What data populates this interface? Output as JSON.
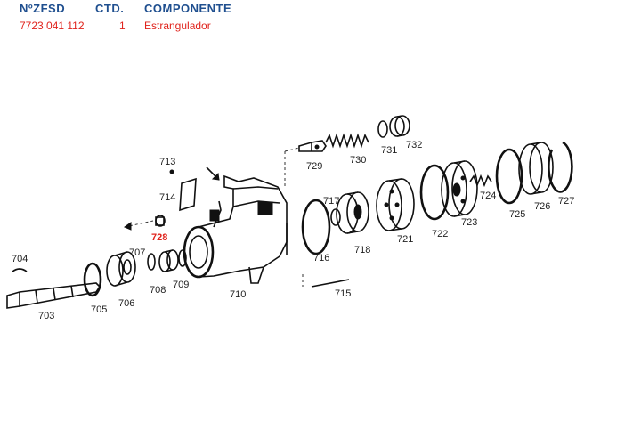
{
  "header": {
    "col_part_number": "NºZFSD",
    "col_quantity": "CTD.",
    "col_component": "COMPONENTE"
  },
  "row": {
    "part_number": "7723 041 112",
    "quantity": "1",
    "component": "Estrangulador"
  },
  "highlight_color": "#e0231c",
  "header_color": "#1f4f8f",
  "callouts": [
    "703",
    "704",
    "705",
    "706",
    "707",
    "708",
    "709",
    "710",
    "713",
    "714",
    "715",
    "716",
    "717",
    "718",
    "721",
    "722",
    "723",
    "724",
    "725",
    "726",
    "727",
    "728",
    "729",
    "730",
    "731",
    "732"
  ],
  "highlighted_callout": "728"
}
